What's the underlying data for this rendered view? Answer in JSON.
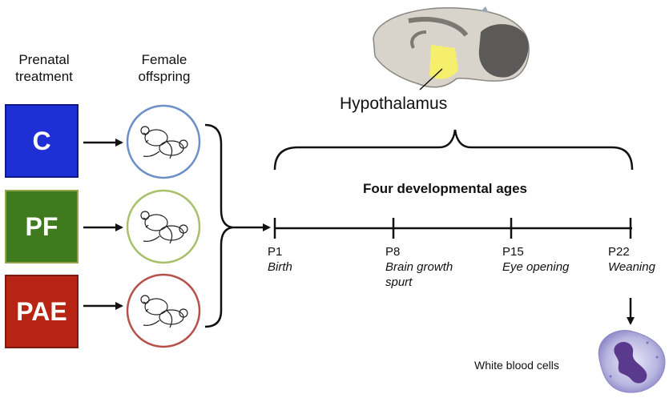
{
  "headers": {
    "treatment": "Prenatal treatment",
    "offspring": "Female offspring"
  },
  "groups": [
    {
      "label": "C",
      "fill": "#1f2fd6",
      "border": "#0f1a8a",
      "circle": "#6d8fc7"
    },
    {
      "label": "PF",
      "fill": "#3f7a1e",
      "border": "#96a34a",
      "circle": "#a8c06a"
    },
    {
      "label": "PAE",
      "fill": "#b72414",
      "border": "#7a1a10",
      "circle": "#b4524a"
    }
  ],
  "brain_label": "Hypothalamus",
  "timeline_title": "Four developmental ages",
  "ages": [
    {
      "code": "P1",
      "desc": "Birth"
    },
    {
      "code": "P8",
      "desc": "Brain growth spurt"
    },
    {
      "code": "P15",
      "desc": "Eye opening"
    },
    {
      "code": "P22",
      "desc": "Weaning"
    }
  ],
  "wbc_label": "White blood cells",
  "colors": {
    "hypothalamus": "#f6ef6e",
    "brain": "#d8d4cc",
    "cerebellum": "#5c5a58"
  }
}
